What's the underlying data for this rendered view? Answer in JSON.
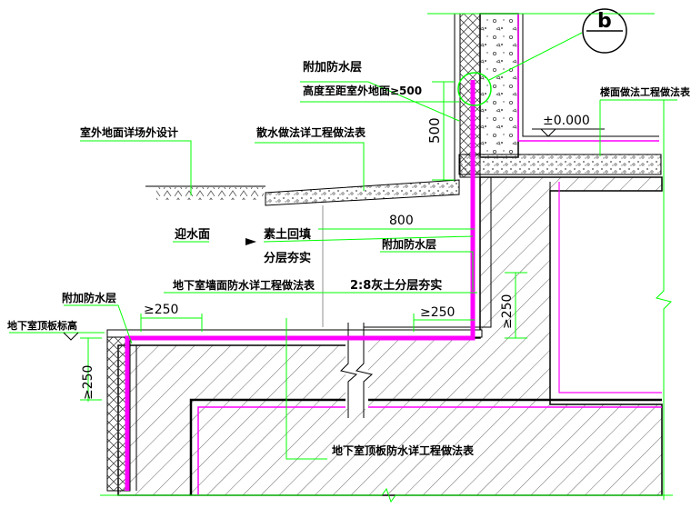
{
  "labels": {
    "outdoor_ground": "室外地面详场外设计",
    "extra_waterproof_top_1": "附加防水层",
    "extra_waterproof_top_2": "高度至距室外地面≥500",
    "apron": "散水做法详工程做法表",
    "floor_finish": "楼面做法工程做法表",
    "elevation": "±0.000",
    "water_face": "迎水面",
    "backfill_1": "素土回填",
    "backfill_2": "分层夯实",
    "extra_waterproof_mid": "附加防水层",
    "lime_soil": "2:8灰土分层夯实",
    "wall_waterproof": "地下室墙面防水详工程做法表",
    "extra_waterproof_left": "附加防水层",
    "basement_roof_elev": "地下室顶板标高",
    "roof_waterproof": "地下室顶板防水详工程做法表",
    "detail_tag": "b"
  },
  "dimensions": {
    "d500": "500",
    "d800": "800",
    "d250_left": "≥250",
    "d250_right": "≥250",
    "d250_vertical_right": "≥250",
    "d250_vertical_left": "≥250"
  },
  "colors": {
    "leader": "#00ff00",
    "waterproof": "#ff00ff",
    "structure": "#000000",
    "hatch": "#555555",
    "frame": "#00cc00"
  }
}
